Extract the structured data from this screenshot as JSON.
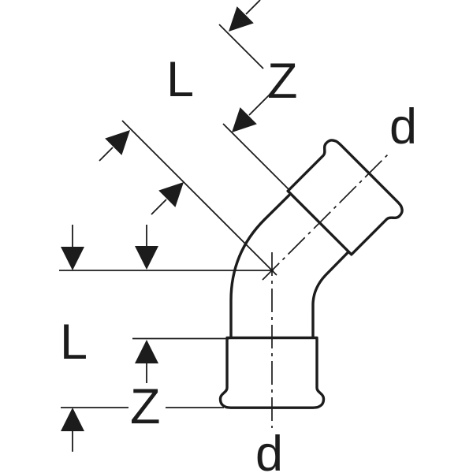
{
  "drawing": {
    "description": "45-degree elbow pipe fitting with two press sockets, technical dimension diagram",
    "labels": {
      "upper_length": "L",
      "upper_offset": "Z",
      "upper_diameter": "d",
      "lower_length": "L",
      "lower_offset": "Z",
      "lower_diameter": "d"
    },
    "colors": {
      "ink": "#1c1c1c",
      "background": "#ffffff"
    }
  }
}
